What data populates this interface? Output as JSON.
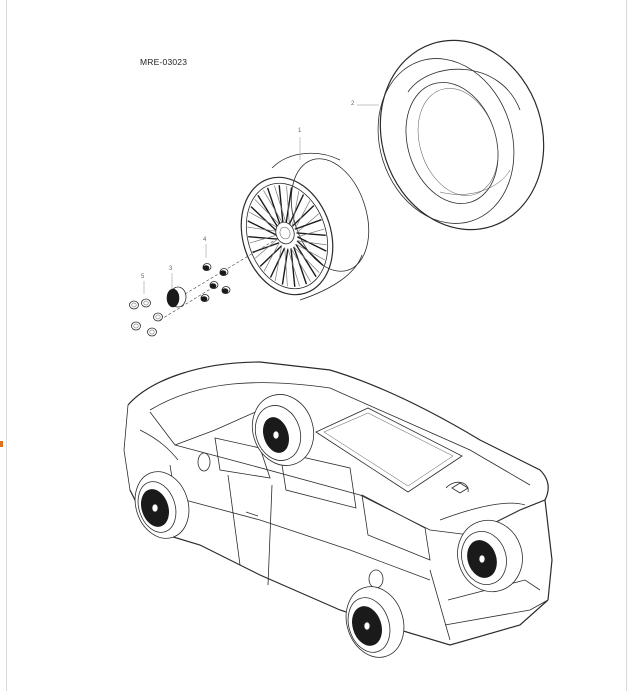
{
  "diagram": {
    "reference_code": "MRE-03023",
    "callouts": {
      "wheel": "1",
      "tire": "2",
      "hub_cap": "3",
      "lug_nuts": "4",
      "lug_covers": "5"
    },
    "colors": {
      "line": "#2b2b2b",
      "background": "#ffffff",
      "accent_mark": "#e07020"
    }
  }
}
